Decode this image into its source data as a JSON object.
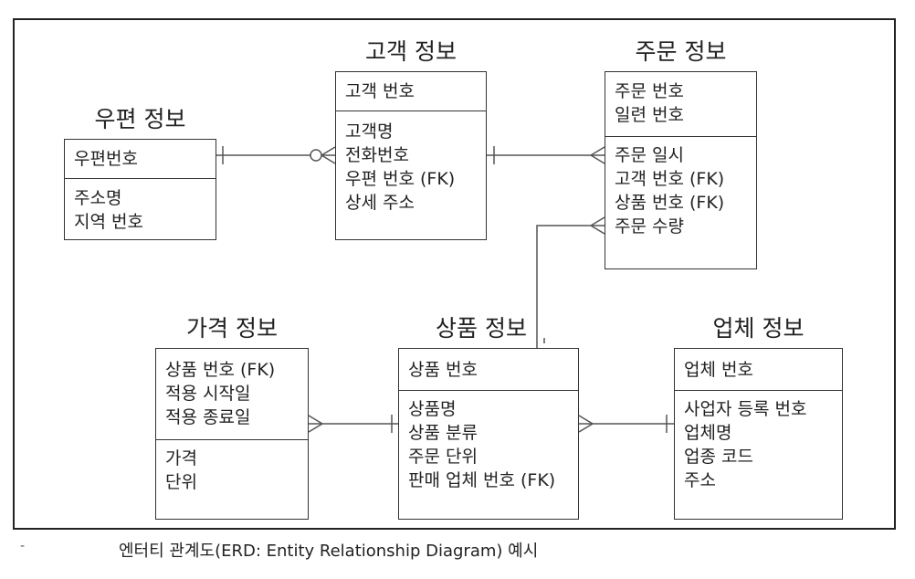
{
  "entities": {
    "postal": {
      "title": "우편 정보",
      "keys": [
        "우편번호"
      ],
      "attributes": [
        "주소명",
        "지역 번호"
      ]
    },
    "customer": {
      "title": "고객 정보",
      "keys": [
        "고객 번호"
      ],
      "attributes": [
        "고객명",
        "전화번호",
        "우편 번호 (FK)",
        "상세 주소"
      ]
    },
    "order": {
      "title": "주문 정보",
      "keys": [
        "주문 번호",
        "일련 번호"
      ],
      "attributes": [
        "주문 일시",
        "고객 번호 (FK)",
        "상품 번호 (FK)",
        "주문 수량"
      ]
    },
    "price": {
      "title": "가격 정보",
      "keys": [
        "상품 번호 (FK)",
        "적용 시작일",
        "적용 종료일"
      ],
      "attributes": [
        "가격",
        "단위"
      ]
    },
    "product": {
      "title": "상품 정보",
      "keys": [
        "상품 번호"
      ],
      "attributes": [
        "상품명",
        "상품 분류",
        "주문 단위",
        "판매 업체 번호 (FK)"
      ]
    },
    "vendor": {
      "title": "업체 정보",
      "keys": [
        "업체 번호"
      ],
      "attributes": [
        "사업자 등록 번호",
        "업체명",
        "업종 코드",
        "주소"
      ]
    }
  },
  "caption": "엔터티 관계도(ERD: Entity Relationship Diagram) 예시",
  "caption_mark": "-",
  "line_color": "#555555"
}
